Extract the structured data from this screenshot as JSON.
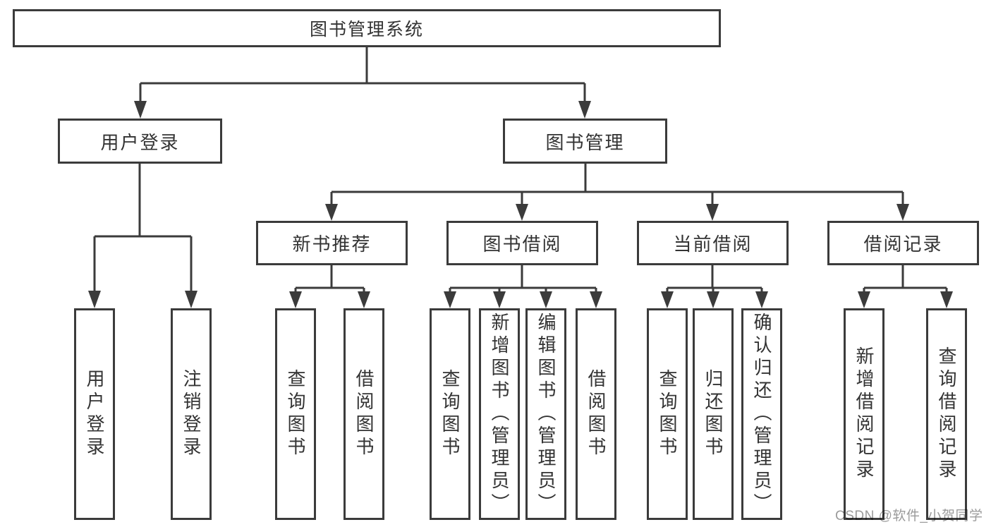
{
  "diagram": {
    "type": "hierarchy",
    "root": {
      "label": "图书管理系统",
      "children": [
        {
          "label": "用户登录",
          "children": [
            {
              "label": "用户登录"
            },
            {
              "label": "注销登录"
            }
          ]
        },
        {
          "label": "图书管理",
          "children": [
            {
              "label": "新书推荐",
              "children": [
                {
                  "label": "查询图书"
                },
                {
                  "label": "借阅图书"
                }
              ]
            },
            {
              "label": "图书借阅",
              "children": [
                {
                  "label": "查询图书"
                },
                {
                  "label": "新增图书（管理员）"
                },
                {
                  "label": "编辑图书（管理员）"
                },
                {
                  "label": "借阅图书"
                }
              ]
            },
            {
              "label": "当前借阅",
              "children": [
                {
                  "label": "查询图书"
                },
                {
                  "label": "归还图书"
                },
                {
                  "label": "确认归还（管理员）"
                }
              ]
            },
            {
              "label": "借阅记录",
              "children": [
                {
                  "label": "新增借阅记录"
                },
                {
                  "label": "查询借阅记录"
                }
              ]
            }
          ]
        }
      ]
    }
  },
  "watermark": {
    "text": "CSDN @软件_小贺同学",
    "color": "#9b9b9b"
  },
  "colors": {
    "line": "#3b3b3b",
    "border": "#3b3b3b",
    "text": "#333333",
    "background": "#ffffff",
    "box_fill": "#ffffff"
  }
}
